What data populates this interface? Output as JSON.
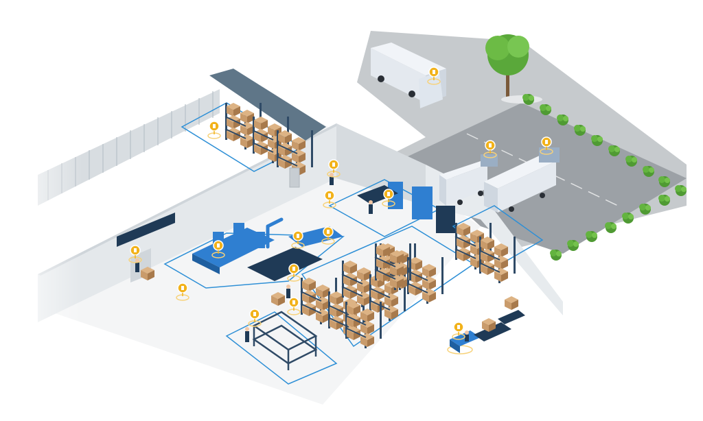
{
  "scene": {
    "kind": "isometric-warehouse-illustration",
    "colors": {
      "background": "#ffffff",
      "floor": "#f5f6f7",
      "wall": "#e9ecee",
      "wall_shade": "#cfd5da",
      "road": "#9aa0a6",
      "road_light": "#c3c7cb",
      "zone_line": "#2d8fd6",
      "machine_blue": "#2f7fd1",
      "machine_dark": "#1f3a56",
      "roof": "#5f7688",
      "box": "#c99b6b",
      "box_dark": "#a87a4c",
      "rack": "#2f4a66",
      "marker": "#f2b21a",
      "marker_ring": "#f7d27a",
      "tree": "#5aa83a",
      "truck": "#e8ecf2",
      "truck_cab": "#dfe6ee"
    },
    "markers": [
      {
        "id": "truck-top",
        "icon": "sensor-marker-icon"
      },
      {
        "id": "truck-mid",
        "icon": "sensor-marker-icon"
      },
      {
        "id": "truck-right",
        "icon": "sensor-marker-icon"
      },
      {
        "id": "shed-forklift",
        "icon": "sensor-marker-icon"
      },
      {
        "id": "gate-worker",
        "icon": "sensor-marker-icon"
      },
      {
        "id": "dock-scanner",
        "icon": "sensor-marker-icon"
      },
      {
        "id": "ground-left",
        "icon": "sensor-marker-icon"
      },
      {
        "id": "assembly-line",
        "icon": "sensor-marker-icon"
      },
      {
        "id": "robot-cell",
        "icon": "sensor-marker-icon"
      },
      {
        "id": "conveyor",
        "icon": "sensor-marker-icon"
      },
      {
        "id": "left-door",
        "icon": "sensor-marker-icon"
      },
      {
        "id": "floor-mid",
        "icon": "sensor-marker-icon"
      },
      {
        "id": "storage-aisle",
        "icon": "sensor-marker-icon"
      },
      {
        "id": "shelf-worker",
        "icon": "sensor-marker-icon"
      },
      {
        "id": "tugger",
        "icon": "sensor-marker-icon"
      }
    ]
  }
}
